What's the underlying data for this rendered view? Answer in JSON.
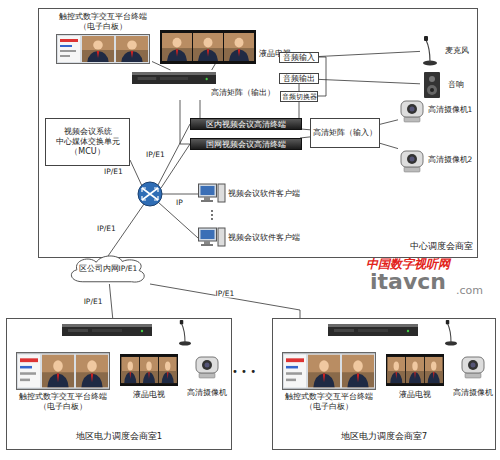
{
  "diagram": {
    "nodes": [
      {
        "text": [
          "中心调度会商室"
        ]
      },
      {
        "text": [
          "触控式数字交互平台终端 （电子白板）"
        ],
        "in": 0
      },
      {
        "text": [
          "液晶电视"
        ],
        "in": 0
      },
      {
        "text": [
          "高清矩阵（输出）"
        ],
        "in": 0
      },
      {
        "text": [
          "视频会议系统 中心媒体交换单元 （MCU）"
        ],
        "in": 0
      },
      {
        "text": [
          "音频切换器"
        ],
        "in": 0
      },
      {
        "text": [
          "音频输入"
        ],
        "in": 0
      },
      {
        "text": [
          "音频输出"
        ],
        "in": 0
      },
      {
        "text": [
          "麦克风"
        ],
        "in": 0
      },
      {
        "text": [
          "音响"
        ],
        "in": 0
      },
      {
        "text": [
          "区内视频会议高清终端"
        ],
        "in": 0
      },
      {
        "text": [
          "国网视频会议高清终端"
        ],
        "in": 0
      },
      {
        "text": [
          "高清矩阵（输入）"
        ],
        "in": 0
      },
      {
        "text": [
          "高清摄像机1"
        ],
        "in": 0
      },
      {
        "text": [
          "高清摄像机2"
        ],
        "in": 0
      },
      {
        "text": [
          "视频会议软件客户端"
        ],
        "in": 0
      },
      {
        "text": [
          "视频会议软件客户端"
        ],
        "in": 0
      },
      {
        "text": [
          "区公司内网IP/E1"
        ]
      },
      {
        "text": [
          "地区电力调度会商室1"
        ]
      },
      {
        "text": [
          "触控式数字交互平台终端 （电子白板）"
        ],
        "in": 18
      },
      {
        "text": [
          "液晶电视"
        ],
        "in": 18
      },
      {
        "text": [
          "高清摄像机"
        ],
        "in": 18
      },
      {
        "text": [
          "地区电力调度会商室7"
        ]
      },
      {
        "text": [
          "触控式数字交互平台终端 （电子白板）"
        ],
        "in": 22
      },
      {
        "text": [
          "液晶电视"
        ],
        "in": 22
      },
      {
        "text": [
          "高清摄像机"
        ],
        "in": 22
      }
    ],
    "edges": [
      {
        "from": 3,
        "to": 1,
        "arrow": "none"
      },
      {
        "from": 3,
        "to": 2,
        "arrow": "none"
      },
      {
        "from": 3,
        "to": 10,
        "arrow": "none"
      },
      {
        "from": 3,
        "to": 11,
        "arrow": "none"
      },
      {
        "from": 12,
        "to": 10,
        "arrow": "none"
      },
      {
        "from": 12,
        "to": 11,
        "arrow": "none"
      },
      {
        "from": 13,
        "to": 12,
        "arrow": "none"
      },
      {
        "from": 14,
        "to": 12,
        "arrow": "none"
      },
      {
        "from": 5,
        "to": 6,
        "arrow": "none"
      },
      {
        "from": 5,
        "to": 7,
        "arrow": "none"
      },
      {
        "from": 5,
        "to": 10,
        "arrow": "none"
      },
      {
        "from": 6,
        "to": 8,
        "arrow": "none"
      },
      {
        "from": 7,
        "to": 9,
        "arrow": "none"
      },
      {
        "from": 17,
        "to": 18,
        "label": "IP/E1",
        "arrow": "none"
      },
      {
        "from": 17,
        "to": 22,
        "label": "IP/E1",
        "arrow": "none"
      }
    ],
    "labels": [
      "IP/E1",
      "IP/E1",
      "IP",
      "IP/E1",
      "• • •",
      "中国数字视听网",
      "itavcn",
      ".com"
    ]
  }
}
